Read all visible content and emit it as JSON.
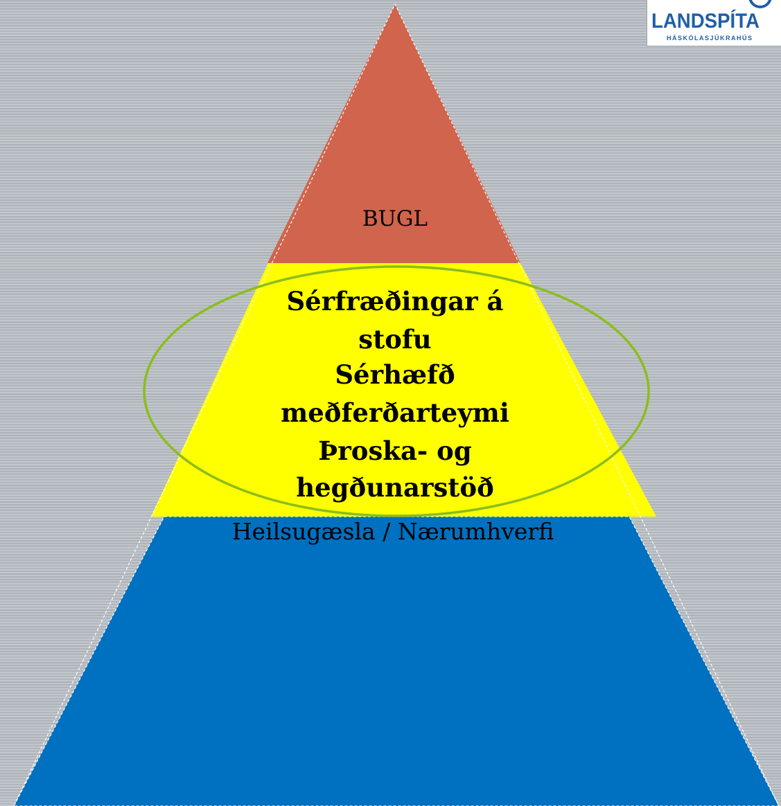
{
  "logo": {
    "name": "LANDSPÍTA",
    "subtitle": "HÁSKÓLASJÚKRAHÚS"
  },
  "pyramid": {
    "top": {
      "label": "BUGL",
      "color": "#d0644c"
    },
    "middle": {
      "lines": [
        "Sérfræðingar á",
        "stofu",
        "Sérhæfð",
        "meðferðarteymi",
        "Þroska- og",
        "hegðunarstöð"
      ],
      "color": "#ffff00"
    },
    "bottom": {
      "label": "Heilsugæsla / Nærumhverfi",
      "color": "#0070c0"
    },
    "highlight_ellipse_color": "#8cbd1c"
  }
}
